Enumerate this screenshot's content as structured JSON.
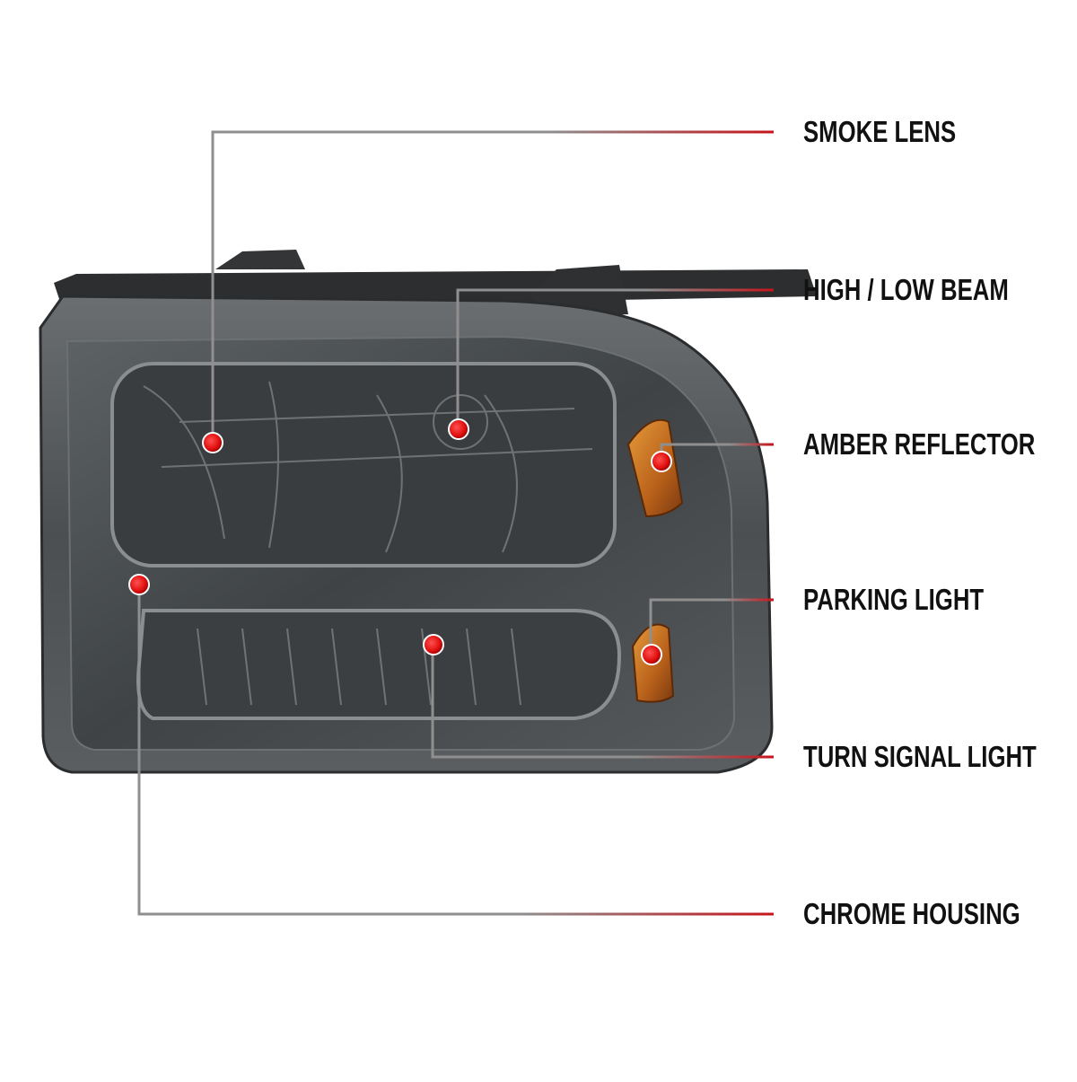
{
  "callouts": [
    {
      "label": "SMOKE LENS"
    },
    {
      "label": "HIGH / LOW BEAM"
    },
    {
      "label": "AMBER REFLECTOR"
    },
    {
      "label": "PARKING LIGHT"
    },
    {
      "label": "TURN SIGNAL LIGHT"
    },
    {
      "label": "CHROME HOUSING"
    }
  ],
  "colors": {
    "leader_gray": "#8a8a8a",
    "leader_red": "#c4161c",
    "marker_red": "#e01010",
    "lens_smoke": "#4a4e50",
    "amber": "#c8741a"
  }
}
